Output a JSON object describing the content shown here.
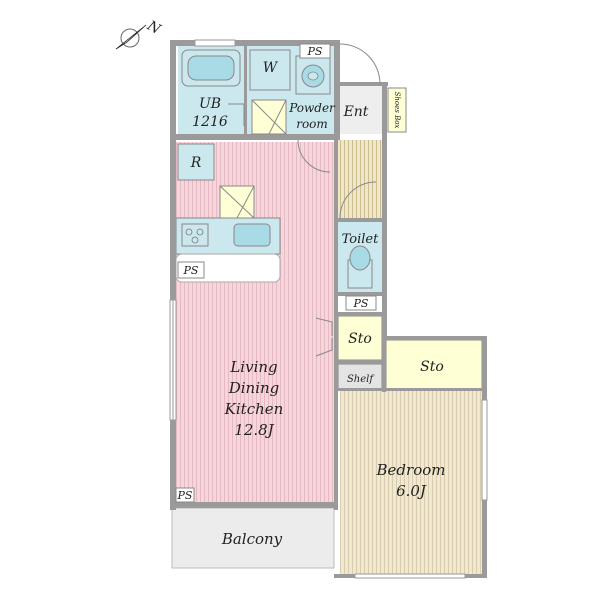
{
  "compass": {
    "north_label": "N"
  },
  "rooms": {
    "ub": {
      "line1": "UB",
      "line2": "1216"
    },
    "washer": "W",
    "powder": {
      "line1": "Powder",
      "line2": "room"
    },
    "ps_top": "PS",
    "entrance": "Ent",
    "shoe_box": "Shoes Box",
    "refrigerator": "R",
    "ps_kitchen": "PS",
    "toilet": "Toilet",
    "ps_toilet": "PS",
    "storage_hall": "Sto",
    "storage_bedroom": "Sto",
    "shelf": "Shelf",
    "ldk": {
      "line1": "Living",
      "line2": "Dining",
      "line3": "Kitchen",
      "line4": "12.8J"
    },
    "bedroom": {
      "line1": "Bedroom",
      "line2": "6.0J"
    },
    "ps_balcony": "PS",
    "balcony": "Balcony"
  },
  "colors": {
    "ldk_floor": "#f6d6dc",
    "ldk_stripe": "#e4b9c1",
    "bedroom_floor": "#f2e8d2",
    "bedroom_stripe": "#d9cdb0",
    "hall_floor": "#f0e6c8",
    "hall_stripe": "#ccbd90",
    "wet_area": "#cbe8ee",
    "sink_fill": "#a9dbe6",
    "storage": "#ffffd6",
    "shelf_fill": "#e4e4e4",
    "balcony": "#ececec",
    "wall": "#9a9a9a"
  }
}
